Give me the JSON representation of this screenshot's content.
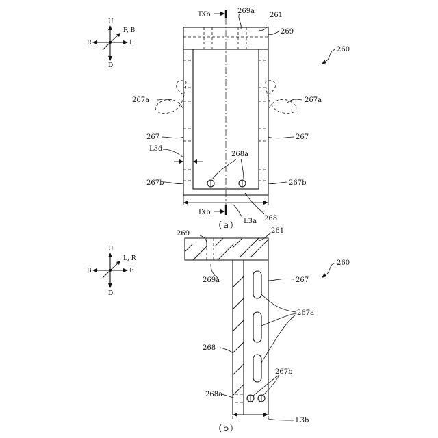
{
  "figure": {
    "view_a": {
      "caption": "（ａ）",
      "section_top": "IXb",
      "section_bottom": "IXb",
      "compass": {
        "up": "U",
        "down": "D",
        "left": "R",
        "right": "L",
        "depth": "F, B"
      },
      "labels": {
        "assembly": "260",
        "top_plate": "261",
        "top_hole": "269a",
        "top_plate_mark": "269",
        "slot_left": "267a",
        "slot_right": "267a",
        "side_left": "267",
        "side_right": "267",
        "thickness": "L3d",
        "pin_holes": "268a",
        "lower_left": "267b",
        "lower_right": "267b",
        "bottom_plate": "268",
        "width": "L3a"
      }
    },
    "view_b": {
      "caption": "（ｂ）",
      "compass": {
        "up": "U",
        "down": "D",
        "left": "B",
        "right": "F",
        "depth": "L, R"
      },
      "labels": {
        "assembly": "260",
        "top_plate": "261",
        "top_plate_mark": "269",
        "top_hole": "269a",
        "side_plate": "267",
        "slots": "267a",
        "back_plate": "268",
        "lower_holes": "267b",
        "pin_hole": "268a",
        "width": "L3b"
      }
    }
  }
}
